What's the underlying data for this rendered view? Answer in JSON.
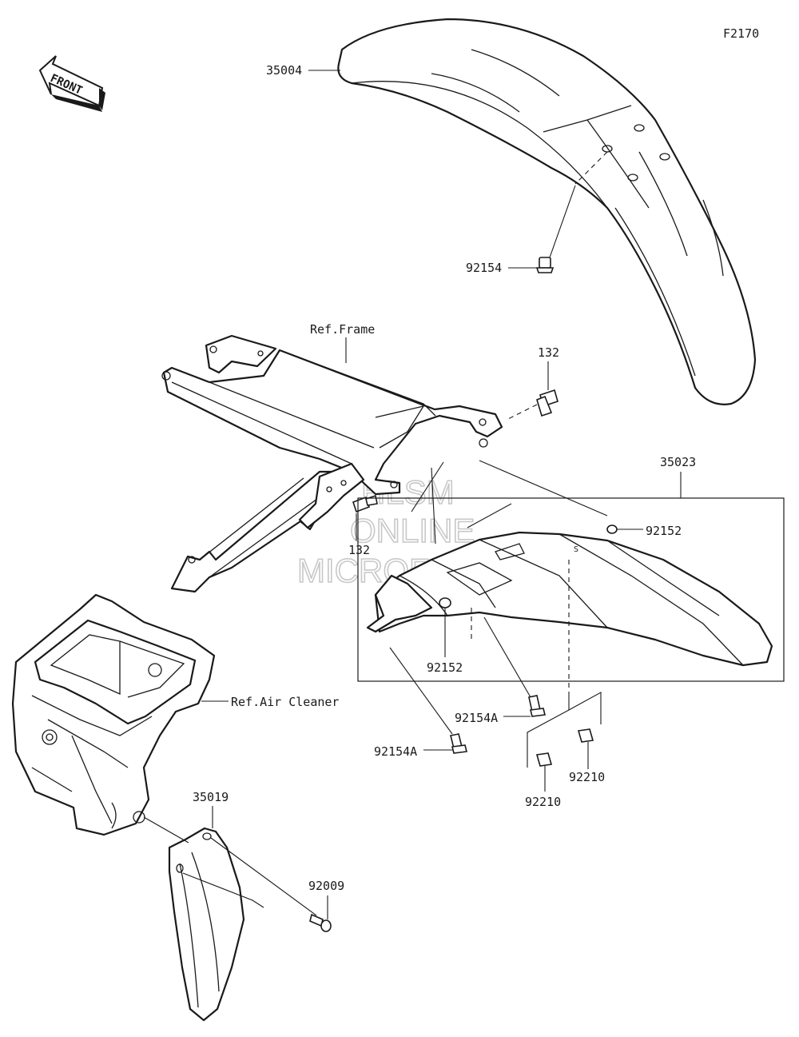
{
  "diagram_code": "F2170",
  "front_badge": "FRONT",
  "watermark": [
    "HLSM",
    "ONLINE",
    "MICROFICHE"
  ],
  "callouts": {
    "front_fender": "35004",
    "front_fender_bolt": "92154",
    "frame_ref": "Ref.Frame",
    "frame_bolt_upper": "132",
    "frame_bolt_lower": "132",
    "rear_fender": "35023",
    "collar_right": "92152",
    "collar_lower": "92152",
    "bolt_a_right": "92154A",
    "bolt_a_left": "92154A",
    "nut_right": "92210",
    "nut_left": "92210",
    "air_cleaner_ref": "Ref.Air Cleaner",
    "side_cover": "35019",
    "side_cover_screw": "92009"
  }
}
